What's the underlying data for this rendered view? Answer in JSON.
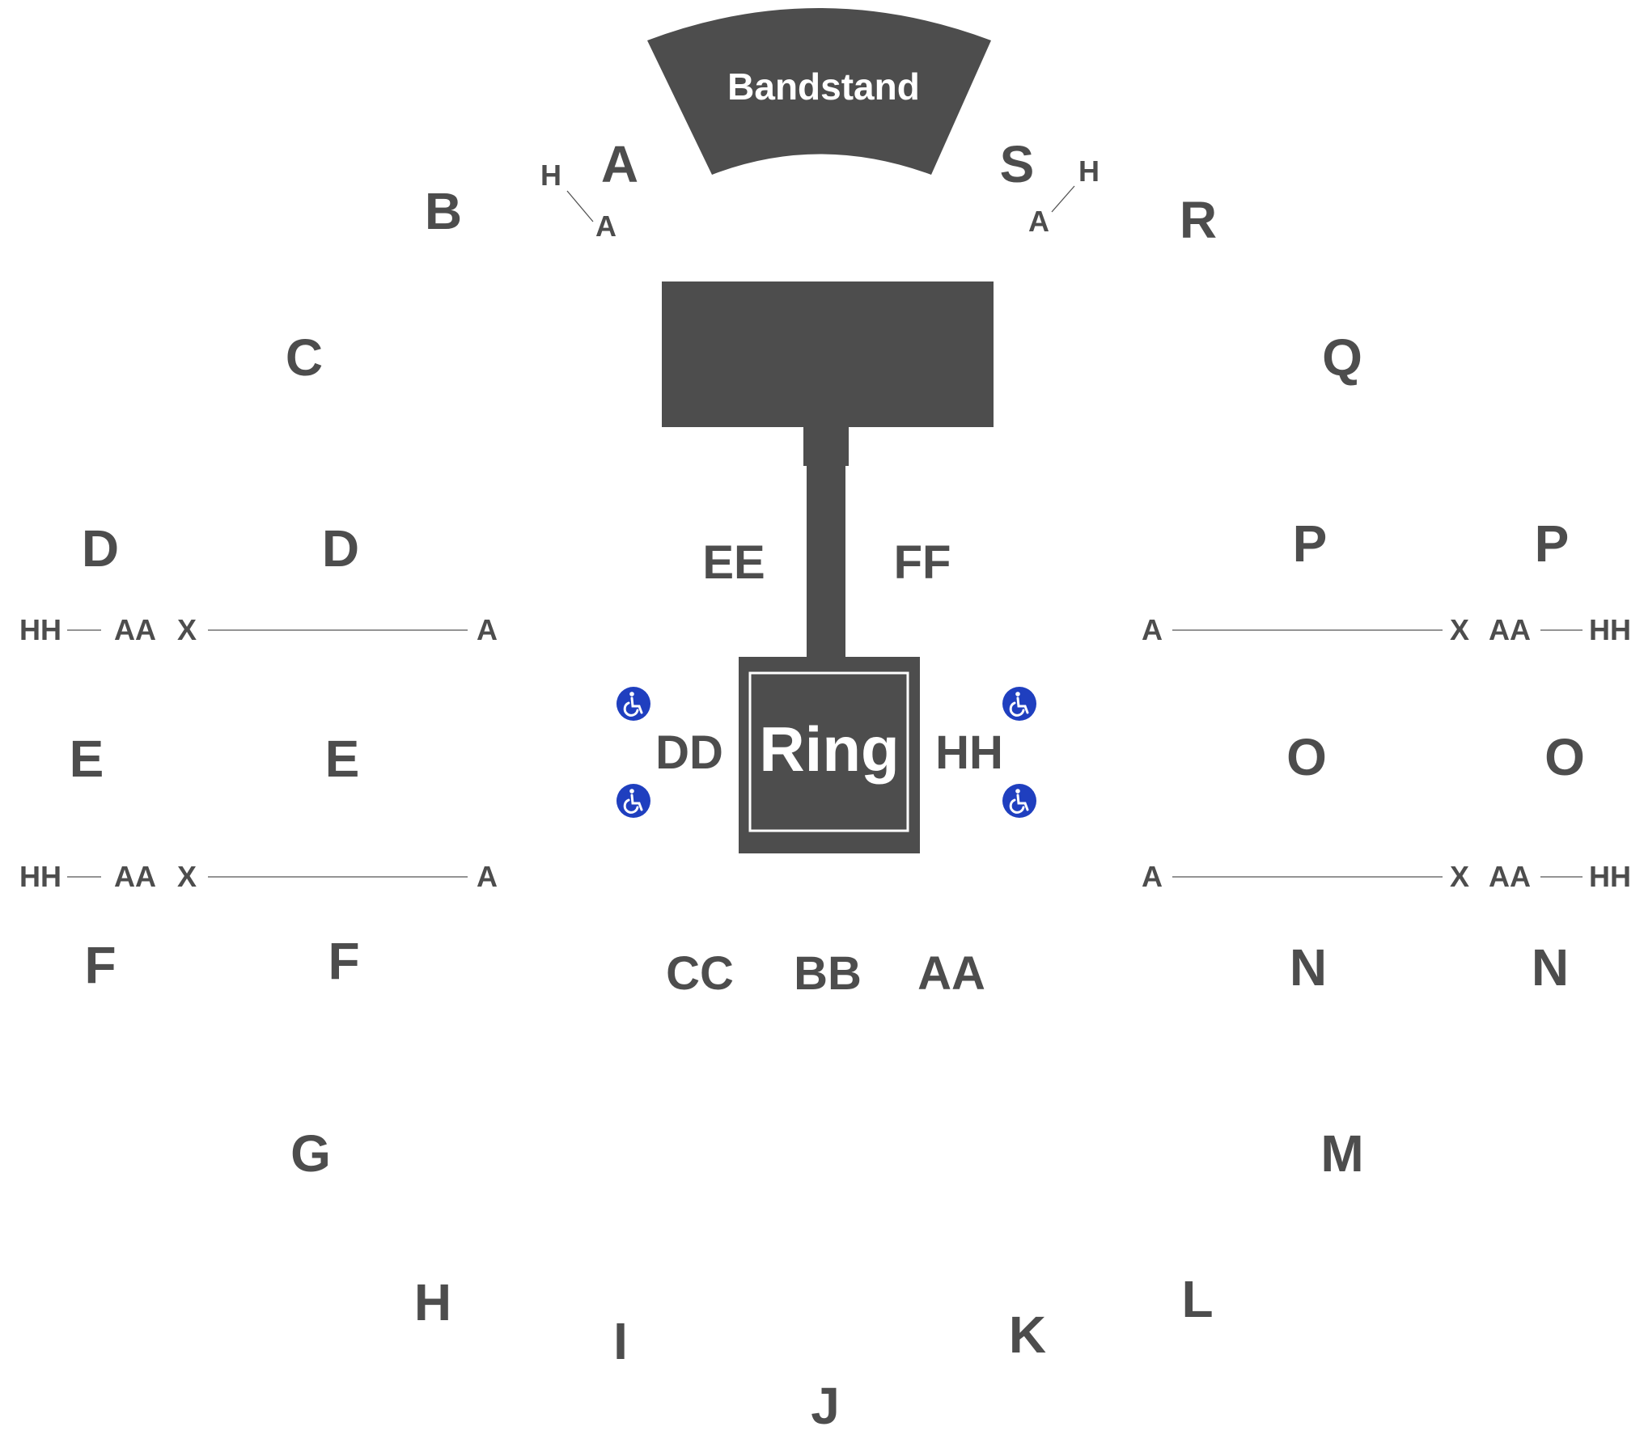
{
  "stage": {
    "bandstand_label": "Bandstand",
    "ring_label": "Ring"
  },
  "sections": {
    "A": "A",
    "B": "B",
    "C": "C",
    "D_outer": "D",
    "D_inner": "D",
    "E_outer": "E",
    "E_inner": "E",
    "F_outer": "F",
    "F_inner": "F",
    "G": "G",
    "H": "H",
    "I": "I",
    "J": "J",
    "K": "K",
    "L": "L",
    "M": "M",
    "N_inner": "N",
    "N_outer": "N",
    "O_inner": "O",
    "O_outer": "O",
    "P_inner": "P",
    "P_outer": "P",
    "Q": "Q",
    "R": "R",
    "S": "S",
    "AA": "AA",
    "BB": "BB",
    "CC": "CC",
    "DD": "DD",
    "EE": "EE",
    "FF": "FF",
    "HH": "HH"
  },
  "row_markers": {
    "left_top": {
      "hh": "HH",
      "aa": "AA",
      "x": "X",
      "a": "A"
    },
    "left_bottom": {
      "hh": "HH",
      "aa": "AA",
      "x": "X",
      "a": "A"
    },
    "right_top": {
      "a": "A",
      "x": "X",
      "aa": "AA",
      "hh": "HH"
    },
    "right_bottom": {
      "a": "A",
      "x": "X",
      "aa": "AA",
      "hh": "HH"
    },
    "section_a": {
      "h": "H",
      "a": "A"
    },
    "section_s": {
      "h": "H",
      "a": "A"
    }
  },
  "accessibility": {
    "icon": "wheelchair-icon",
    "color": "#1f3fbf"
  },
  "colors": {
    "stage": "#4d4d4d",
    "labels": "#4d4d4d",
    "background": "#ffffff"
  }
}
